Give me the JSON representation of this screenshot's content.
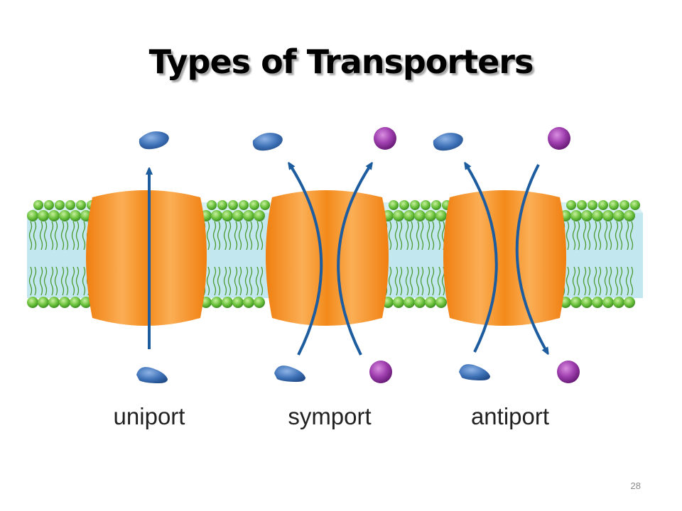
{
  "slide": {
    "title": "Types of Transporters",
    "page_number": "28"
  },
  "transporters": [
    {
      "label": "uniport"
    },
    {
      "label": "symport"
    },
    {
      "label": "antiport"
    }
  ],
  "colors": {
    "membrane_fluid": "#bfe6ec",
    "lipid_head": "#7ccc48",
    "lipid_tail": "#3f8f2a",
    "protein": "#f6901e",
    "protein_highlight": "#fbb766",
    "arrow": "#1d5c9e",
    "solute_blue": "#3f72b8",
    "solute_purple": "#9a33a8"
  }
}
